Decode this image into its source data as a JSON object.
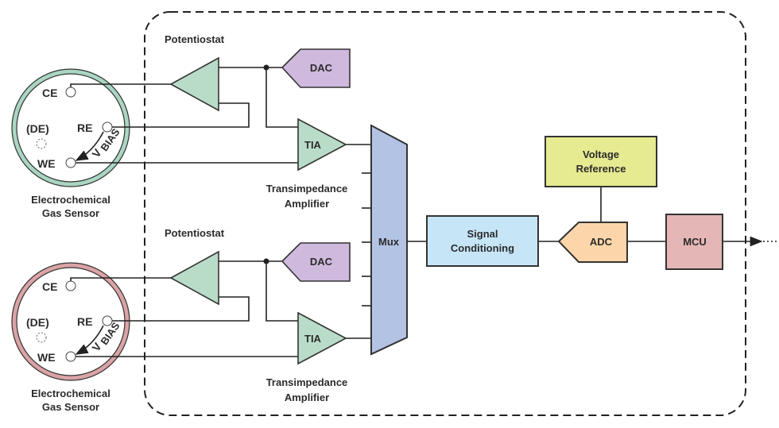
{
  "channels": [
    {
      "sensor_label": [
        "Electrochemical",
        "Gas Sensor"
      ],
      "ring_color": "#a9d6c2",
      "pins": {
        "ce": "CE",
        "re": "RE",
        "we": "WE",
        "de": "(DE)"
      },
      "vbias": {
        "v": "V",
        "sub": "BIAS"
      },
      "potentiostat_label": "Potentiostat",
      "dac_label": "DAC",
      "tia_label": "TIA",
      "tia_caption": [
        "Transimpedance",
        "Amplifier"
      ]
    },
    {
      "sensor_label": [
        "Electrochemical",
        "Gas Sensor"
      ],
      "ring_color": "#dba3a5",
      "pins": {
        "ce": "CE",
        "re": "RE",
        "we": "WE",
        "de": "(DE)"
      },
      "vbias": {
        "v": "V",
        "sub": "BIAS"
      },
      "potentiostat_label": "Potentiostat",
      "dac_label": "DAC",
      "tia_label": "TIA",
      "tia_caption": [
        "Transimpedance",
        "Amplifier"
      ]
    }
  ],
  "mux": {
    "label": "Mux",
    "color": "#b3c3e4"
  },
  "signal_conditioning": {
    "lines": [
      "Signal",
      "Conditioning"
    ],
    "color": "#c6e6f8"
  },
  "voltage_reference": {
    "lines": [
      "Voltage",
      "Reference"
    ],
    "color": "#e6ea90"
  },
  "adc": {
    "label": "ADC",
    "color": "#fcd6aa"
  },
  "mcu": {
    "label": "MCU",
    "color": "#e4b6b6"
  },
  "colors": {
    "amplifier": "#b9dcc9",
    "dac": "#cfb9dd"
  }
}
